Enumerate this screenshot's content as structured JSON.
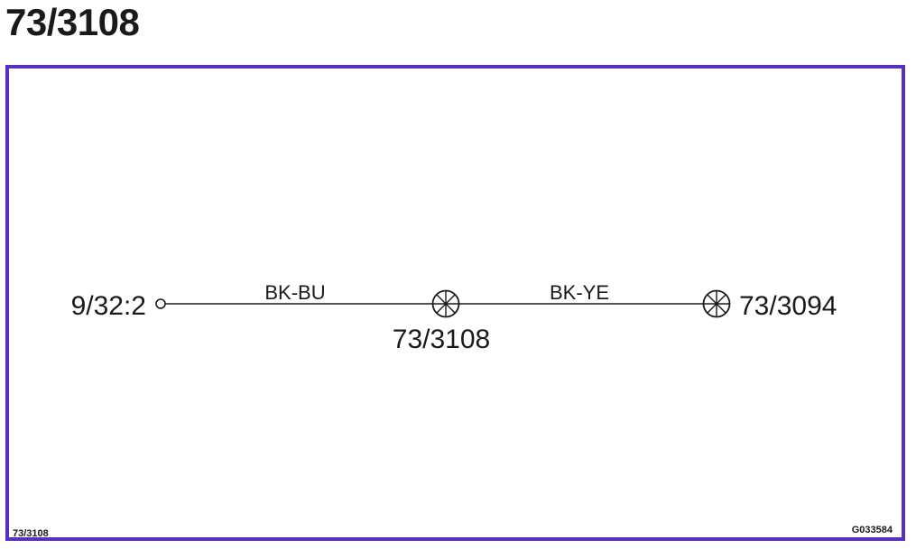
{
  "header": {
    "title": "73/3108"
  },
  "diagram": {
    "nodes": {
      "source": "9/32:2",
      "splice": "73/3108",
      "end": "73/3094"
    },
    "wires": {
      "first": "BK-BU",
      "second": "BK-YE"
    },
    "colors": {
      "frame": "#5a2fc2",
      "line": "#1a1a1a"
    }
  },
  "footer": {
    "left_code": "73/3108",
    "right_code": "G033584"
  },
  "icons": {
    "source": "terminal-open-circle-icon",
    "splice": "splice-asterisk-circle-icon",
    "end": "splice-asterisk-circle-icon"
  }
}
